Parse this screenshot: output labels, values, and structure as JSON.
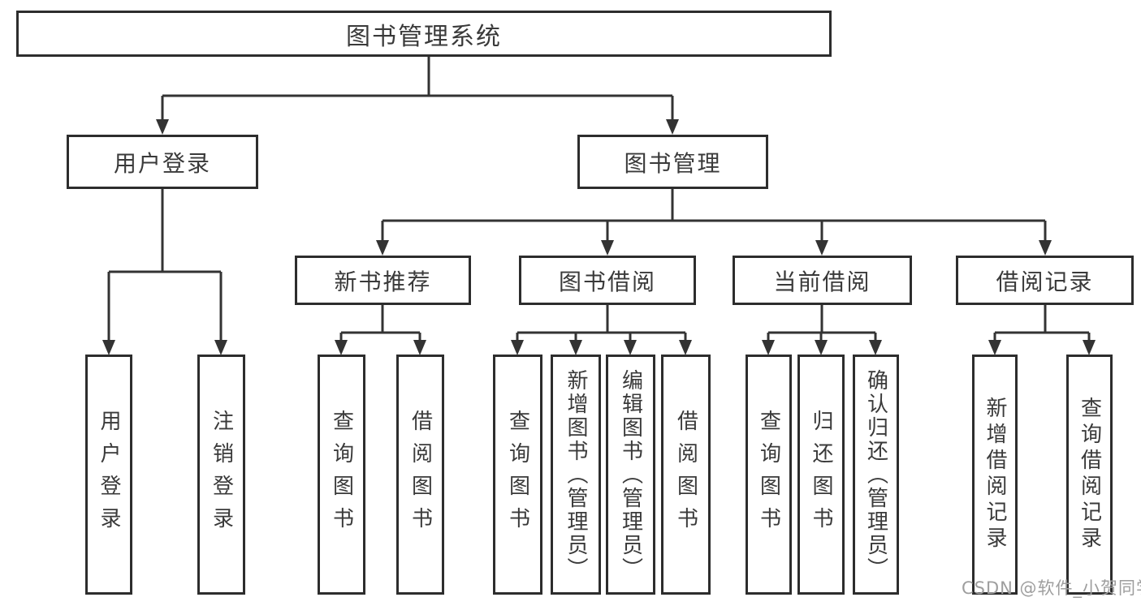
{
  "diagram": {
    "root": {
      "label": "图书管理系统"
    },
    "branches": [
      {
        "label": "用户登录",
        "children": [
          {
            "label": "用户登录"
          },
          {
            "label": "注销登录"
          }
        ]
      },
      {
        "label": "图书管理",
        "sections": [
          {
            "label": "新书推荐",
            "children": [
              {
                "label": "查询图书"
              },
              {
                "label": "借阅图书"
              }
            ]
          },
          {
            "label": "图书借阅",
            "children": [
              {
                "label": "查询图书"
              },
              {
                "label": "新增图书（管理员）"
              },
              {
                "label": "编辑图书（管理员）"
              },
              {
                "label": "借阅图书"
              }
            ]
          },
          {
            "label": "当前借阅",
            "children": [
              {
                "label": "查询图书"
              },
              {
                "label": "归还图书"
              },
              {
                "label": "确认归还（管理员）"
              }
            ]
          },
          {
            "label": "借阅记录",
            "children": [
              {
                "label": "新增借阅记录"
              },
              {
                "label": "查询借阅记录"
              }
            ]
          }
        ]
      }
    ]
  },
  "watermark": {
    "text": "CSDN @软件_小贺同学"
  },
  "colors": {
    "line": "#333333",
    "box_border": "#2d2d2d",
    "text": "#3a3a3a",
    "watermark": "#9e9e9e",
    "background": "#ffffff"
  }
}
